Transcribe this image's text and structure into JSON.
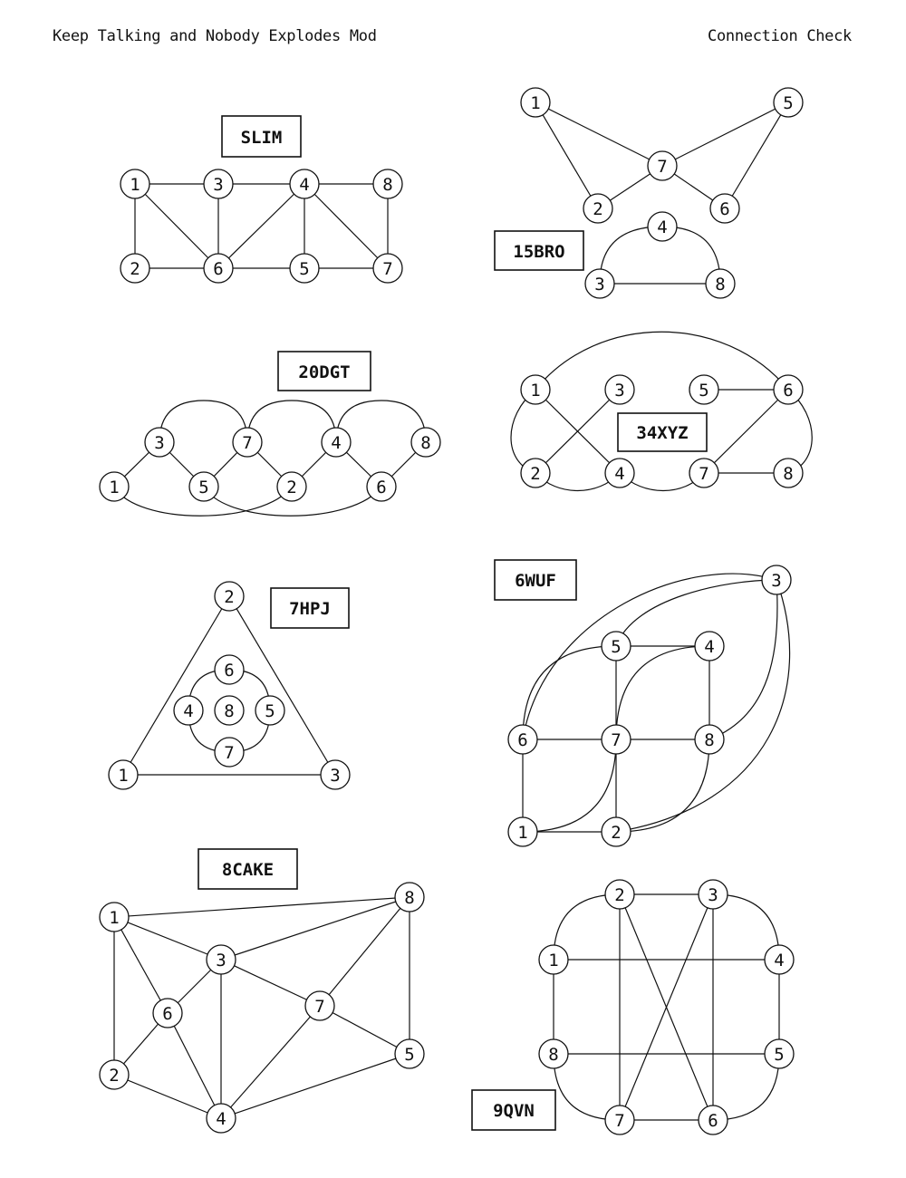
{
  "header": {
    "left": "Keep Talking and Nobody Explodes Mod",
    "right": "Connection Check"
  },
  "graphs": [
    {
      "label": "SLIM",
      "nodes": [
        "1",
        "3",
        "4",
        "8",
        "2",
        "6",
        "5",
        "7"
      ]
    },
    {
      "label": "15BRO",
      "nodes": [
        "1",
        "5",
        "7",
        "2",
        "6",
        "4",
        "3",
        "8"
      ]
    },
    {
      "label": "20DGT",
      "nodes": [
        "3",
        "7",
        "4",
        "8",
        "1",
        "5",
        "2",
        "6"
      ]
    },
    {
      "label": "34XYZ",
      "nodes": [
        "1",
        "3",
        "5",
        "6",
        "2",
        "4",
        "7",
        "8"
      ]
    },
    {
      "label": "7HPJ",
      "nodes": [
        "2",
        "6",
        "4",
        "8",
        "5",
        "7",
        "1",
        "3"
      ]
    },
    {
      "label": "6WUF",
      "nodes": [
        "3",
        "5",
        "4",
        "6",
        "7",
        "8",
        "1",
        "2"
      ]
    },
    {
      "label": "8CAKE",
      "nodes": [
        "1",
        "8",
        "3",
        "6",
        "7",
        "2",
        "5",
        "4"
      ]
    },
    {
      "label": "9QVN",
      "nodes": [
        "2",
        "3",
        "1",
        "4",
        "8",
        "5",
        "7",
        "6"
      ]
    }
  ]
}
